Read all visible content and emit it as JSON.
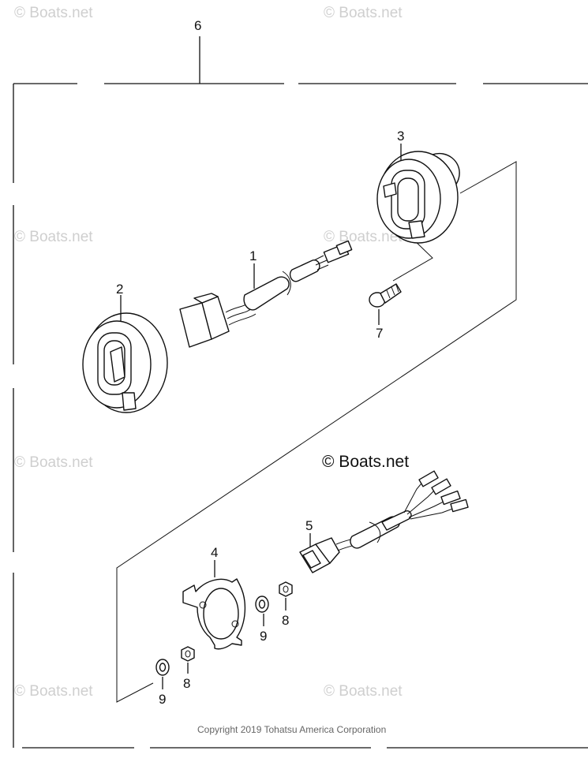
{
  "watermark": {
    "text": "© Boats.net"
  },
  "brand_mark": {
    "text": "© Boats.net"
  },
  "copyright": "Copyright 2019 Tohatsu America Corporation",
  "callouts": {
    "c1": "1",
    "c2": "2",
    "c3": "3",
    "c4": "4",
    "c5": "5",
    "c6": "6",
    "c7": "7",
    "c8a": "8",
    "c8b": "8",
    "c9a": "9",
    "c9b": "9"
  }
}
